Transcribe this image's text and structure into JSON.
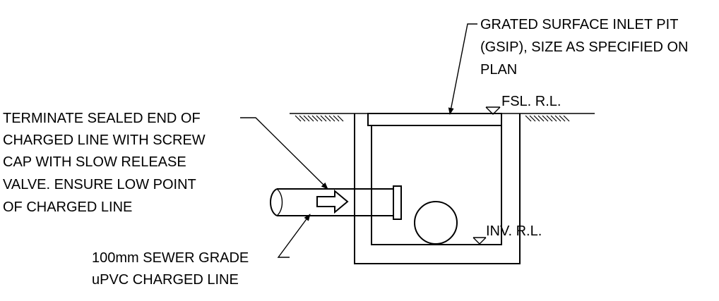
{
  "labels": {
    "gsip_line1": "GRATED SURFACE INLET PIT",
    "gsip_line2": "(GSIP), SIZE AS SPECIFIED ON",
    "gsip_line3": "PLAN",
    "fsl": "FSL. R.L.",
    "terminate_line1": "TERMINATE SEALED END OF",
    "terminate_line2": "CHARGED LINE WITH SCREW",
    "terminate_line3": "CAP WITH SLOW RELEASE",
    "terminate_line4": "VALVE. ENSURE LOW POINT",
    "terminate_line5": "OF CHARGED LINE",
    "inv": "INV. R.L.",
    "sewer_line1": "100mm SEWER GRADE",
    "sewer_line2": "uPVC CHARGED LINE"
  },
  "colors": {
    "line": "#000000",
    "background": "#ffffff"
  }
}
